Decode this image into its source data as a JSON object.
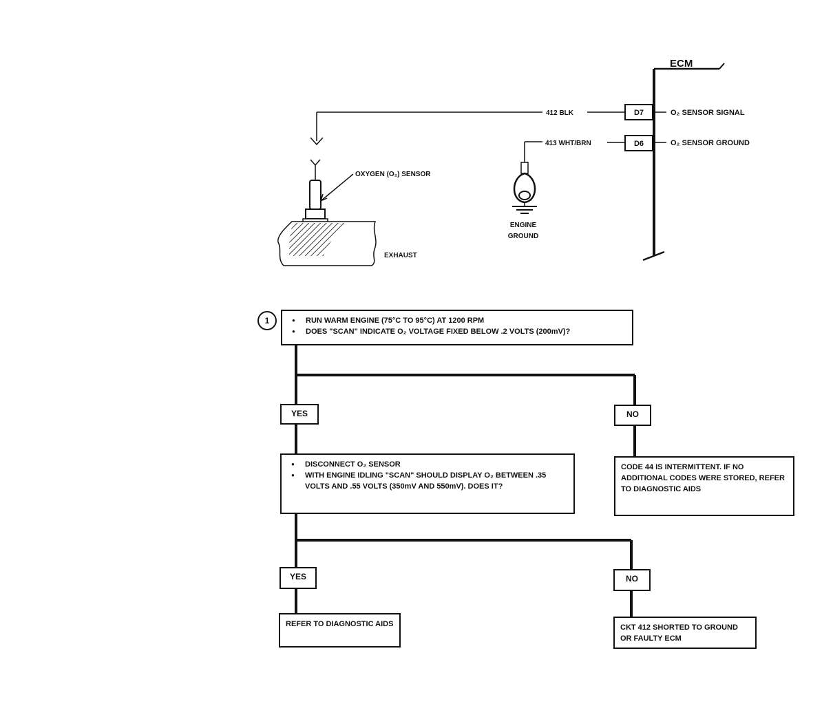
{
  "schematic": {
    "ecm_label": "ECM",
    "wire1": {
      "label": "412 BLK",
      "pin": "D7",
      "function": "O₂ SENSOR SIGNAL"
    },
    "wire2": {
      "label": "413 WHT/BRN",
      "pin": "D6",
      "function": "O₂ SENSOR GROUND"
    },
    "sensor_label": "OXYGEN (O₂) SENSOR",
    "exhaust_label": "EXHAUST",
    "ground_label_1": "ENGINE",
    "ground_label_2": "GROUND"
  },
  "flowchart": {
    "step_number": "1",
    "step1": {
      "line1": "RUN WARM ENGINE (75°C TO 95°C) AT 1200 RPM",
      "line2": "DOES \"SCAN\" INDICATE O₂ VOLTAGE FIXED BELOW .2 VOLTS (200mV)?"
    },
    "yes1": "YES",
    "no1": "NO",
    "step2": {
      "line1": "DISCONNECT O₂ SENSOR",
      "line2": "WITH ENGINE IDLING \"SCAN\" SHOULD DISPLAY O₂ BETWEEN .35 VOLTS AND .55 VOLTS (350mV AND 550mV). DOES IT?"
    },
    "no1_result": "CODE 44 IS INTERMITTENT. IF NO ADDITIONAL CODES WERE STORED, REFER TO DIAGNOSTIC AIDS",
    "yes2": "YES",
    "no2": "NO",
    "yes2_result": "REFER TO DIAGNOSTIC AIDS",
    "no2_result": "CKT 412 SHORTED TO GROUND OR FAULTY ECM"
  }
}
